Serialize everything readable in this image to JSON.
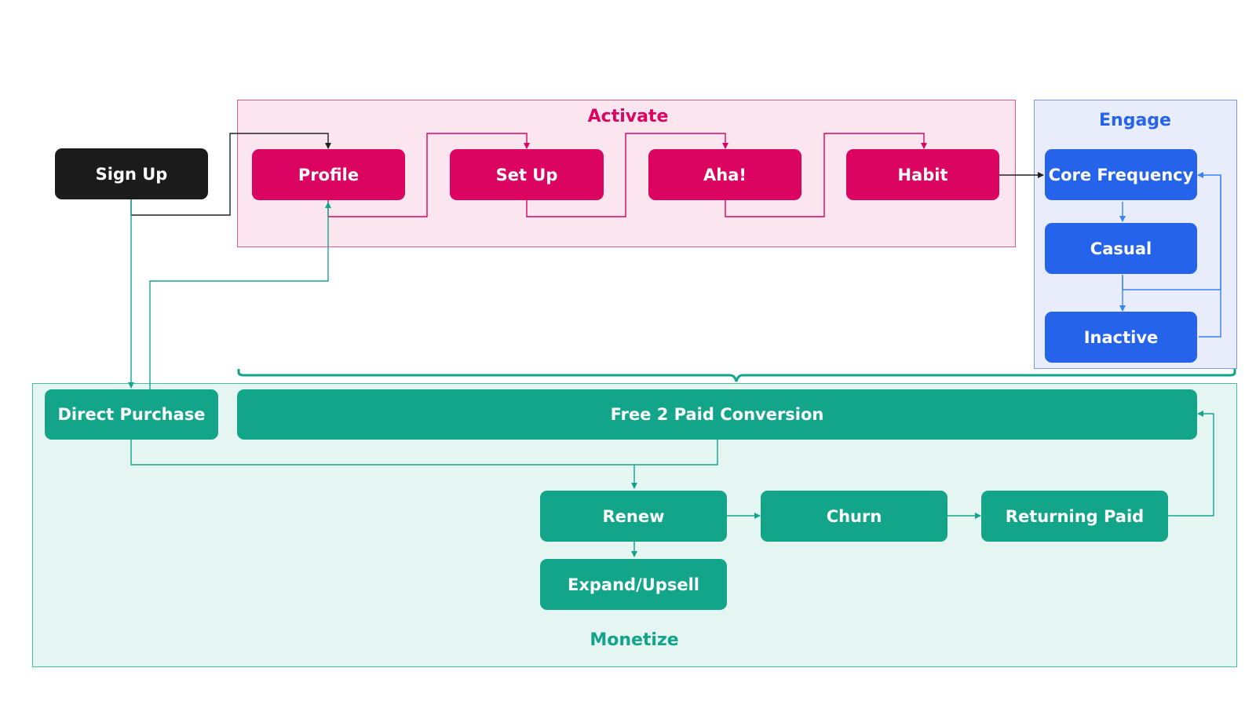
{
  "colors": {
    "activate": "#db0461",
    "engage": "#2563eb",
    "monetize": "#12a589",
    "signup": "#1b1b1b"
  },
  "regions": {
    "activate": "Activate",
    "engage": "Engage",
    "monetize": "Monetize"
  },
  "nodes": {
    "sign_up": "Sign Up",
    "profile": "Profile",
    "set_up": "Set Up",
    "aha": "Aha!",
    "habit": "Habit",
    "core_frequency": "Core Frequency",
    "casual": "Casual",
    "inactive": "Inactive",
    "direct_purchase": "Direct Purchase",
    "free_2_paid": "Free 2 Paid Conversion",
    "renew": "Renew",
    "churn": "Churn",
    "returning_paid": "Returning Paid",
    "expand_upsell": "Expand/Upsell"
  }
}
